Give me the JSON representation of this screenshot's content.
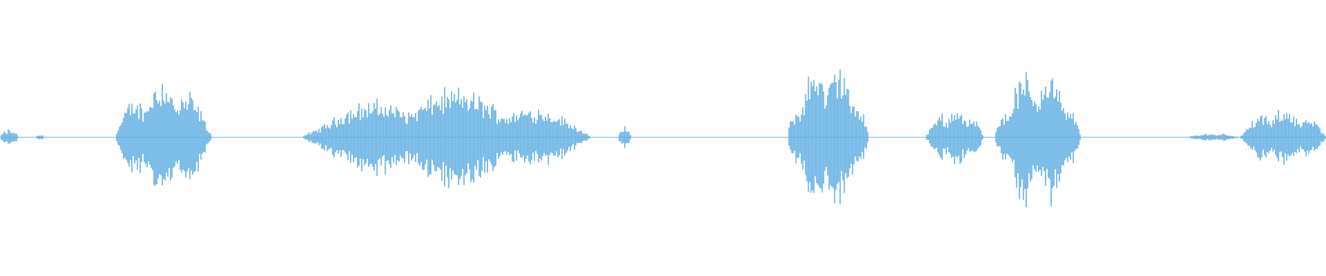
{
  "waveform": {
    "color": "#5dade2",
    "background": "#ffffff",
    "segments": [
      {
        "start": 0.0,
        "end": 0.014,
        "peak": 0.06
      },
      {
        "start": 0.027,
        "end": 0.034,
        "peak": 0.02
      },
      {
        "start": 0.087,
        "end": 0.16,
        "peak": 0.42
      },
      {
        "start": 0.228,
        "end": 0.445,
        "peak": 0.34
      },
      {
        "start": 0.466,
        "end": 0.476,
        "peak": 0.08
      },
      {
        "start": 0.594,
        "end": 0.655,
        "peak": 0.56
      },
      {
        "start": 0.698,
        "end": 0.742,
        "peak": 0.22
      },
      {
        "start": 0.75,
        "end": 0.815,
        "peak": 0.5
      },
      {
        "start": 0.896,
        "end": 0.935,
        "peak": 0.03
      },
      {
        "start": 0.935,
        "end": 1.0,
        "peak": 0.21
      }
    ]
  }
}
